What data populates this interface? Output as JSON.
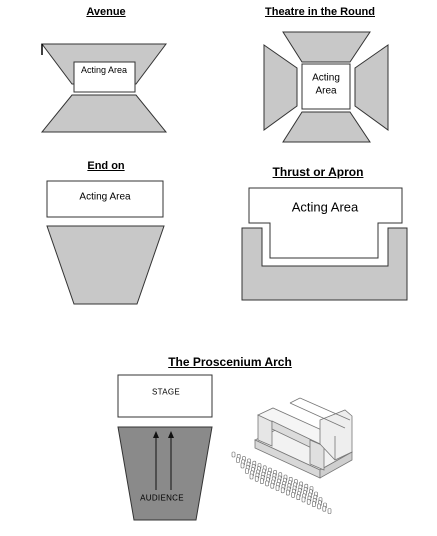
{
  "diagrams": {
    "avenue": {
      "title": "Avenue",
      "area_label": "Acting Area"
    },
    "round": {
      "title": "Theatre in the Round",
      "area_label_line1": "Acting",
      "area_label_line2": "Area"
    },
    "end_on": {
      "title": "End on",
      "area_label": "Acting Area"
    },
    "thrust": {
      "title": "Thrust or Apron",
      "area_label": "Acting Area"
    },
    "proscenium": {
      "title": "The Proscenium Arch",
      "stage_label": "STAGE",
      "audience_label": "AUDIENCE"
    }
  },
  "colors": {
    "seating": "#c8c8c8",
    "audience_dark": "#8a8a8a",
    "outline": "#333333"
  }
}
